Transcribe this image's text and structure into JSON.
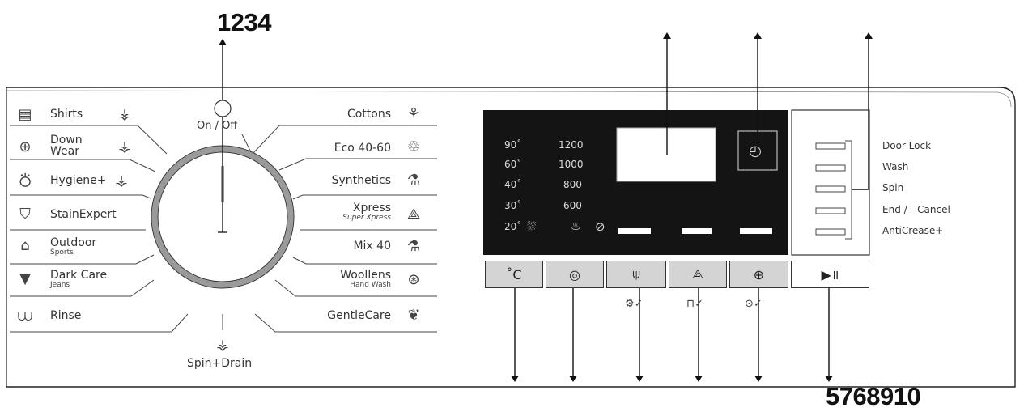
{
  "callouts": {
    "top": "1234",
    "bottom": "5768910"
  },
  "power": {
    "label": "On / Off"
  },
  "programs_left": [
    {
      "label": "Shirts",
      "sub": "",
      "icon": "▤",
      "opt": "⚶"
    },
    {
      "label": "Down",
      "label2": "Wear",
      "sub": "",
      "icon": "⊕",
      "opt": "⚶"
    },
    {
      "label": "Hygiene+",
      "sub": "",
      "icon": "⛣",
      "opt": "⚶"
    },
    {
      "label": "StainExpert",
      "sub": "",
      "icon": "⛉",
      "opt": ""
    },
    {
      "label": "Outdoor",
      "sub": "Sports",
      "icon": "⌂",
      "opt": ""
    },
    {
      "label": "Dark Care",
      "sub": "Jeans",
      "icon": "▼",
      "opt": ""
    },
    {
      "label": "Rinse",
      "sub": "",
      "icon": "⩊",
      "opt": ""
    }
  ],
  "programs_right": [
    {
      "label": "Cottons",
      "sub": "",
      "icon": "⚘"
    },
    {
      "label": "Eco 40-60",
      "sub": "",
      "icon": "♲"
    },
    {
      "label": "Synthetics",
      "sub": "",
      "icon": "⚗"
    },
    {
      "label": "Xpress",
      "sub": "Super Xpress",
      "icon": "⟁"
    },
    {
      "label": "Mix 40",
      "sub": "",
      "icon": "⚗"
    },
    {
      "label": "Woollens",
      "sub": "Hand Wash",
      "icon": "⊛"
    },
    {
      "label": "GentleCare",
      "sub": "",
      "icon": "❦"
    }
  ],
  "spin_drain": {
    "label": "Spin+Drain",
    "icon": "⚶"
  },
  "display": {
    "temps": [
      "90˚",
      "60˚",
      "40˚",
      "30˚",
      "20˚"
    ],
    "spins": [
      "1200",
      "1000",
      "800",
      "600"
    ],
    "timer_icon": "◴"
  },
  "status_labels": [
    "Door Lock",
    "Wash",
    "Spin",
    "End / --Cancel",
    "AntiCrease+"
  ],
  "buttons": [
    {
      "name": "temperature-button",
      "glyph": "˚C"
    },
    {
      "name": "spin-button",
      "glyph": "◎"
    },
    {
      "name": "soil-level-button",
      "glyph": "⍦"
    },
    {
      "name": "option-button",
      "glyph": "⟁"
    },
    {
      "name": "delay-end-button",
      "glyph": "⊕"
    },
    {
      "name": "start-pause-button",
      "glyph": "▶॥"
    }
  ],
  "button_subicons": [
    "⚙✓",
    "⊓✓",
    "⊙✓"
  ]
}
